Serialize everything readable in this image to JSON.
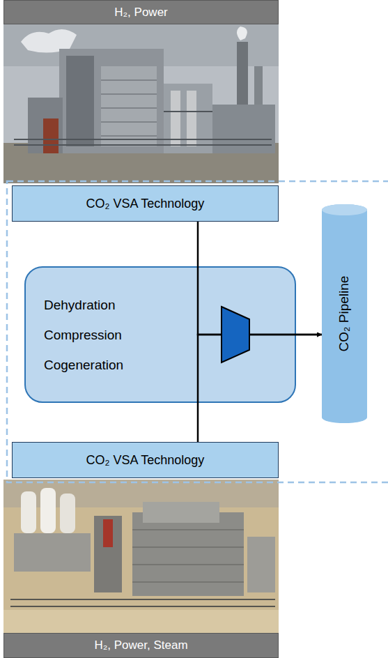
{
  "diagram": {
    "nodes": [
      {
        "text": [
          "H₂, Power"
        ]
      },
      {
        "text": [
          "CO₂ VSA Technology"
        ]
      },
      {
        "text": [
          "Dehydration",
          "Compression",
          "Cogeneration"
        ]
      },
      {
        "text": [
          "CO₂ Pipeline"
        ]
      },
      {
        "text": [
          "CO₂ VSA Technology"
        ]
      },
      {
        "text": [
          "H₂, Power, Steam"
        ]
      }
    ],
    "edges": [
      {
        "from": 1,
        "to": 3,
        "arrow": "to"
      },
      {
        "from": 4,
        "to": 3,
        "arrow": "to"
      }
    ]
  }
}
